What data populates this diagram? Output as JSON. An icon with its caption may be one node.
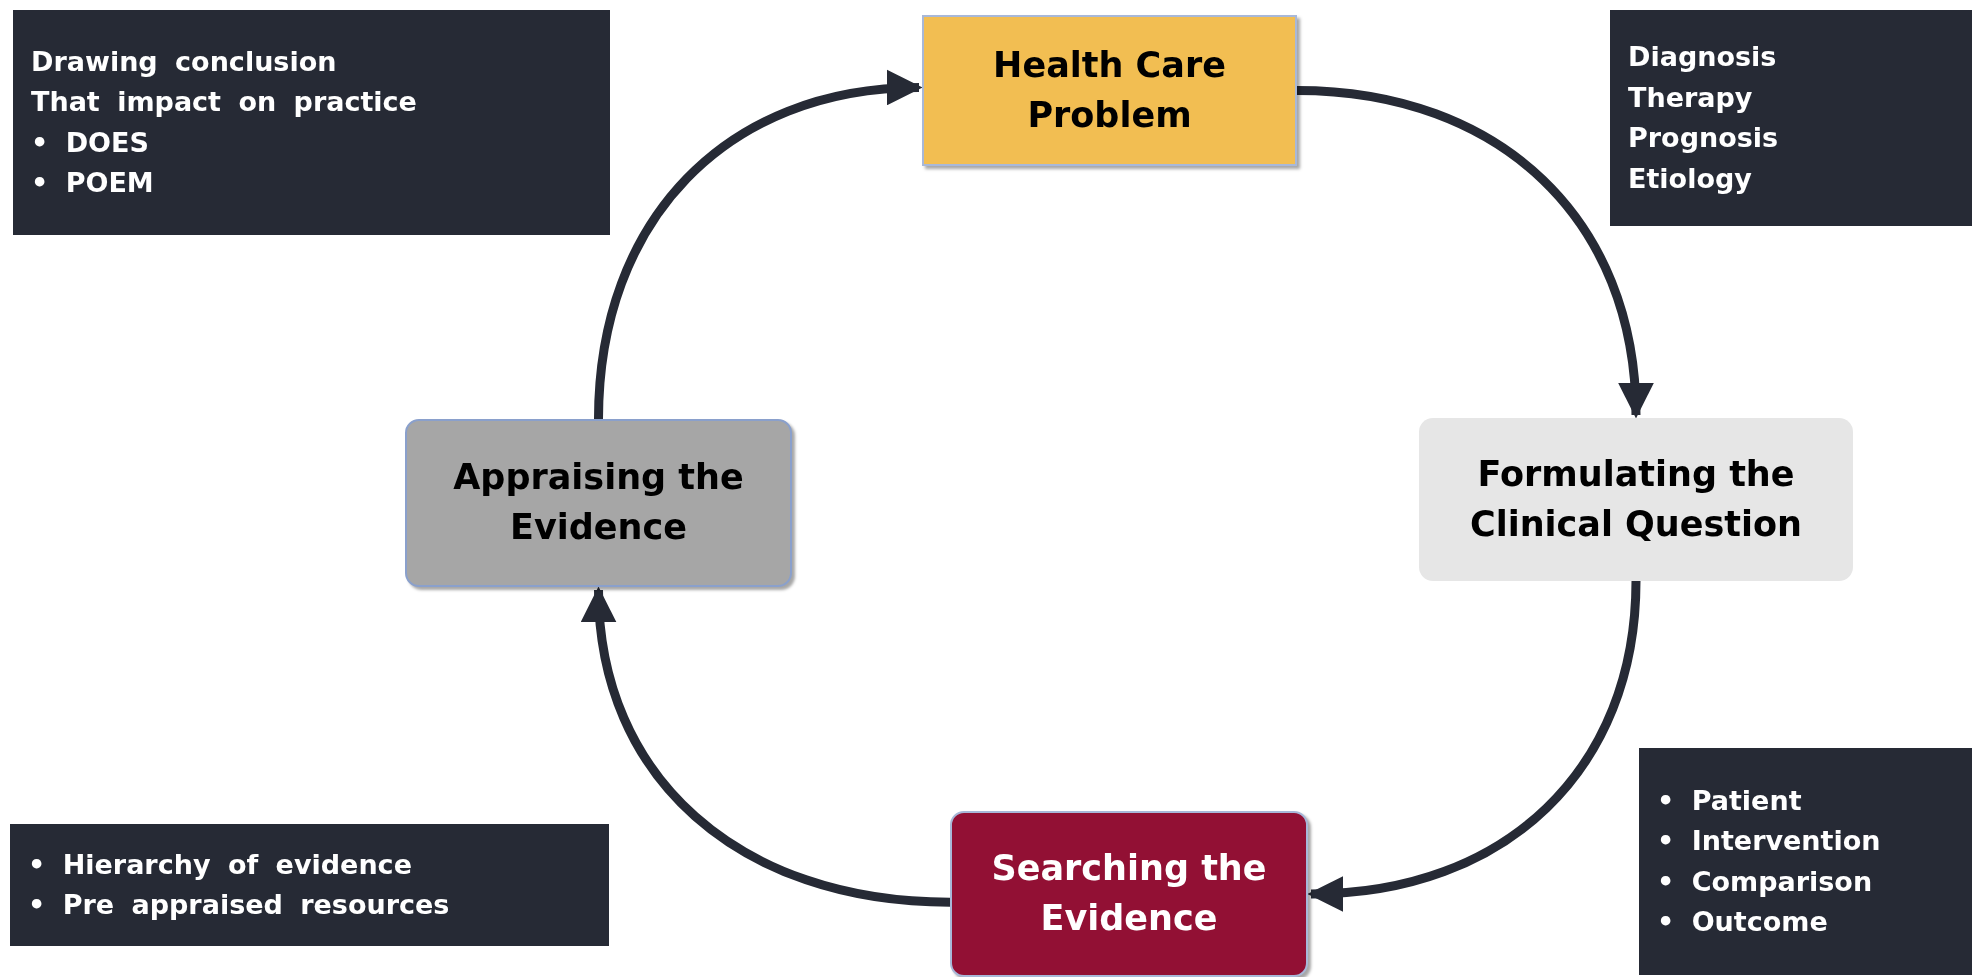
{
  "diagram": {
    "nodes": [
      {
        "text": [
          "Drawing conclusion",
          "That impact on practice",
          "• DOES",
          "• POEM"
        ]
      },
      {
        "text": [
          "Health Care Problem"
        ]
      },
      {
        "text": [
          "Diagnosis",
          "Therapy",
          "Prognosis",
          "Etiology"
        ]
      },
      {
        "text": [
          "Appraising the Evidence"
        ]
      },
      {
        "text": [
          "Formulating the Clinical Question"
        ]
      },
      {
        "text": [
          "• Hierarchy of evidence",
          "• Pre appraised resources"
        ]
      },
      {
        "text": [
          "Searching the Evidence"
        ]
      },
      {
        "text": [
          "• Patient",
          "• Intervention",
          "• Comparison",
          "• Outcome"
        ]
      }
    ],
    "edges": [
      {
        "from": 1,
        "to": 4,
        "arrow": "to"
      },
      {
        "from": 4,
        "to": 6,
        "arrow": "to"
      },
      {
        "from": 6,
        "to": 3,
        "arrow": "to"
      },
      {
        "from": 3,
        "to": 1,
        "arrow": "to"
      }
    ]
  }
}
